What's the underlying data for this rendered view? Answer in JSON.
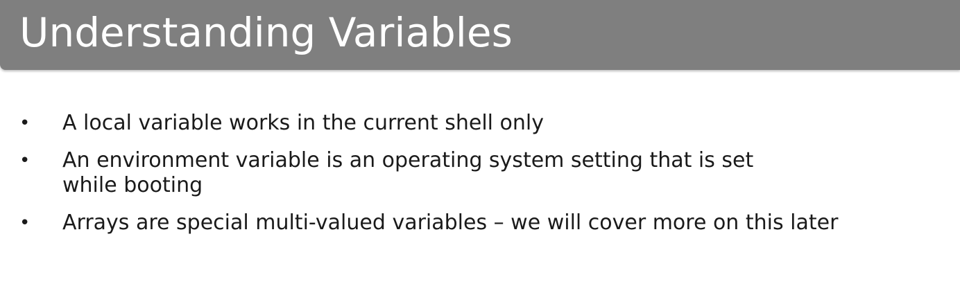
{
  "slide": {
    "title": "Understanding Variables",
    "bullets": [
      {
        "text": "A local variable works in the current shell only"
      },
      {
        "text": "An environment variable is an operating system setting that is set while booting"
      },
      {
        "text": "Arrays are special multi-valued variables – we will cover more on this later"
      }
    ],
    "bullet_glyph": "•",
    "colors": {
      "title_bar": "#7f7f7f",
      "title_text": "#ffffff",
      "body_text": "#1a1a1a",
      "background": "#ffffff"
    }
  }
}
